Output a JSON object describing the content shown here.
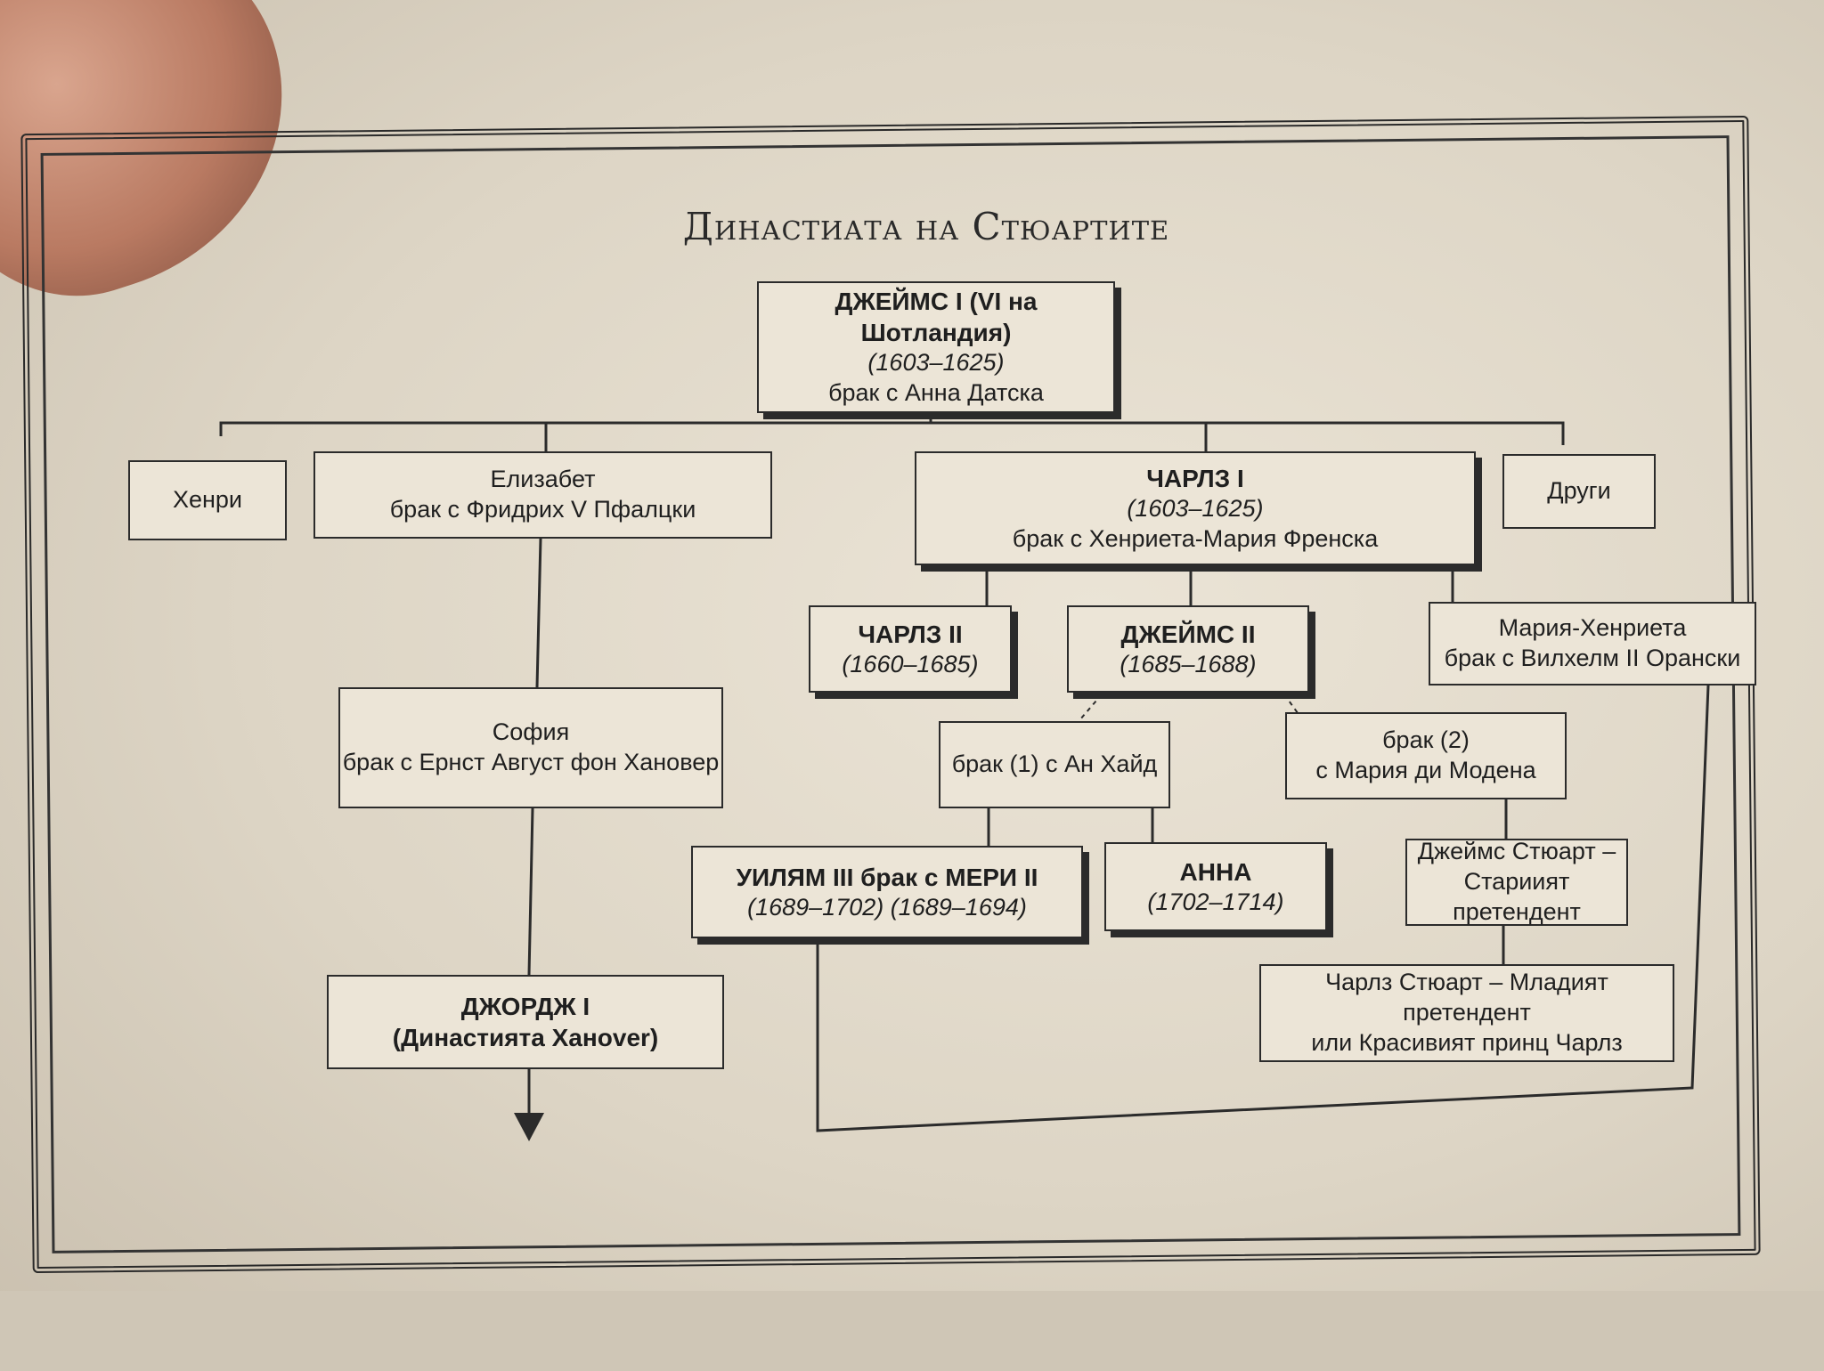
{
  "title": "Династиата на Стюартите",
  "nodes": {
    "james1": {
      "name": "ДЖЕЙМС I (VI на Шотландия)",
      "years": "(1603–1625)",
      "note": "брак с Анна Датска"
    },
    "henry": {
      "name": "Хенри"
    },
    "elizabeth": {
      "name": "Елизабет",
      "note": "брак с Фридрих V Пфалцки"
    },
    "charles1": {
      "name": "ЧАРЛЗ I",
      "years": "(1603–1625)",
      "note": "брак с Хенриета-Мария Френска"
    },
    "others": {
      "name": "Други"
    },
    "charles2": {
      "name": "ЧАРЛЗ II",
      "years": "(1660–1685)"
    },
    "james2": {
      "name": "ДЖЕЙМС II",
      "years": "(1685–1688)"
    },
    "maria_henrietta": {
      "name": "Мария-Хенриета",
      "note": "брак с Вилхелм II Орански"
    },
    "sophia": {
      "name": "София",
      "note": "брак с Ернст Август фон Хановер"
    },
    "marriage1": {
      "name": "брак (1) с Ан Хайд"
    },
    "marriage2": {
      "line1": "брак (2)",
      "line2": "с Мария ди Модена"
    },
    "william_mary": {
      "name": "УИЛЯМ III брак с МЕРИ II",
      "years": "(1689–1702) (1689–1694)"
    },
    "anne": {
      "name": "АННА",
      "years": "(1702–1714)"
    },
    "james_stuart": {
      "line1": "Джеймс Стюарт –",
      "line2": "Стариият претендент"
    },
    "george1": {
      "name": "ДЖОРДЖ I",
      "note": "(Династията Ханover)"
    },
    "charles_stuart": {
      "line1": "Чарлз Стюарт – Младият претендент",
      "line2": "или Красивият принц Чарлз"
    }
  }
}
